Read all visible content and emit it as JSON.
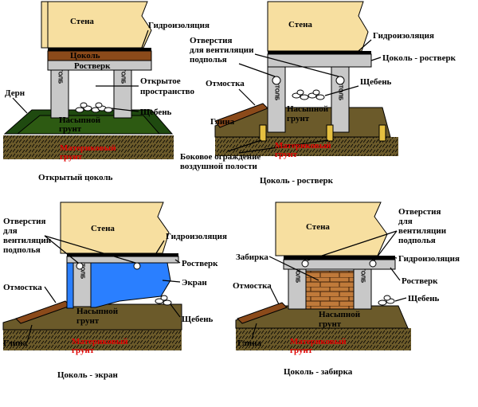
{
  "colors": {
    "wall": "#f7dfa0",
    "plinth": "#8b4a1a",
    "grillage": "#c8c8c8",
    "pillar": "#c8c8c8",
    "fill_soil": "#2d5a12",
    "turf": "#1f4a10",
    "native_soil": "#6b5a2a",
    "blind_area": "#8b4a1a",
    "screen": "#2a7fff",
    "brick": "#c07a3a",
    "red_text": "#e00000"
  },
  "panel1": {
    "wall": "Стена",
    "waterproofing": "Гидроизоляция",
    "plinth": "Цоколь",
    "grillage": "Ростверк",
    "open_space_1": "Открытое",
    "open_space_2": "пространство",
    "turf": "Дерн",
    "gravel": "Щебень",
    "fill_soil_1": "Насыпной",
    "fill_soil_2": "грунт",
    "native_soil_1": "Материковый",
    "native_soil_2": "грунт",
    "pillar": "СТОЛБ",
    "caption": "Открытый цоколь"
  },
  "panel2": {
    "wall": "Стена",
    "waterproofing": "Гидроизоляция",
    "holes_1": "Отверстия",
    "holes_2": "для вентиляции",
    "holes_3": "подполья",
    "plinth_grillage": "Цоколь - ростверк",
    "blind_area": "Отмостка",
    "gravel": "Щебень",
    "fill_soil_1": "Насыпной",
    "fill_soil_2": "грунт",
    "clay": "Глина",
    "side_fence_1": "Боковое ограждение",
    "side_fence_2": "воздушной полости",
    "native_soil_1": "Материковый",
    "native_soil_2": "грунт",
    "pillar": "СТОЛБ",
    "caption": "Цоколь - ростверк"
  },
  "panel3": {
    "wall": "Стена",
    "waterproofing": "Гидроизоляция",
    "holes_1": "Отверстия",
    "holes_2": "для",
    "holes_3": "вентиляции",
    "holes_4": "подполья",
    "grillage": "Ростверк",
    "blind_area": "Отмостка",
    "screen": "Экран",
    "gravel": "Щебень",
    "fill_soil_1": "Насыпной",
    "fill_soil_2": "грунт",
    "clay": "Глина",
    "native_soil_1": "Материковый",
    "native_soil_2": "грунт",
    "pillar": "СТОЛБ",
    "caption": "Цоколь - экран"
  },
  "panel4": {
    "wall": "Стена",
    "holes_1": "Отверстия",
    "holes_2": "для",
    "holes_3": "вентиляции",
    "holes_4": "подполья",
    "infill": "Забирка",
    "waterproofing": "Гидроизоляция",
    "grillage": "Ростверк",
    "blind_area": "Отмостка",
    "gravel": "Щебень",
    "fill_soil_1": "Насыпной",
    "fill_soil_2": "грунт",
    "clay": "Глина",
    "native_soil_1": "Материковый",
    "native_soil_2": "грунт",
    "pillar": "СТОЛБ",
    "caption": "Цоколь - забирка"
  }
}
